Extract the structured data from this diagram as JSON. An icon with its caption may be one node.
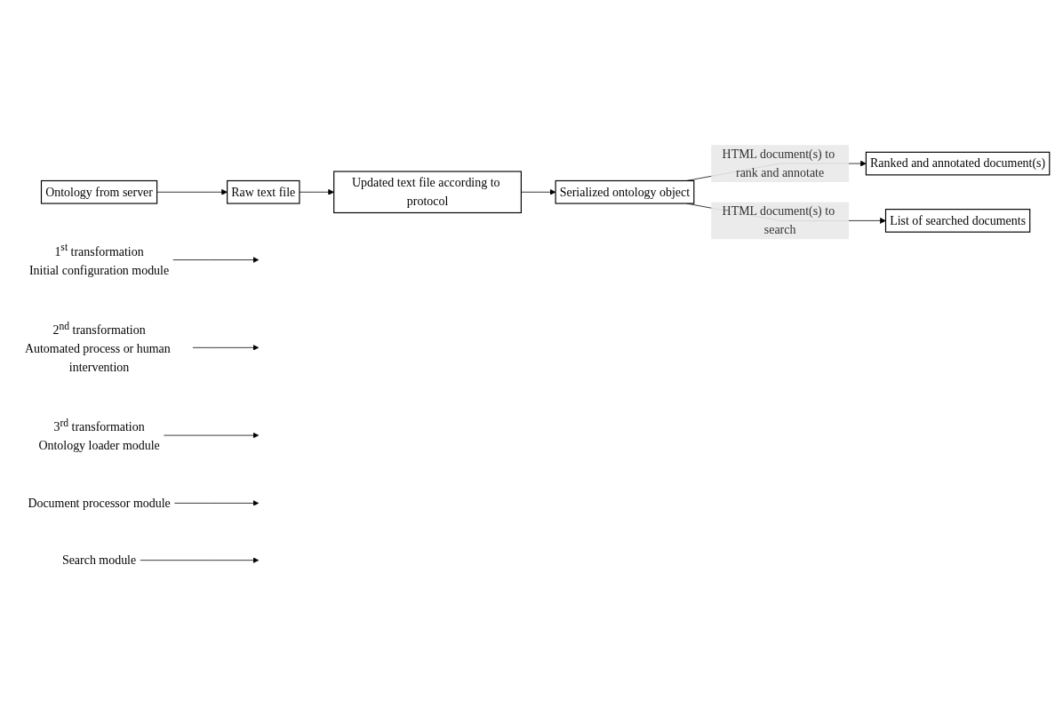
{
  "diagram": {
    "nodes": [
      {
        "text": [
          "Ontology from server"
        ]
      },
      {
        "text": [
          "Raw text file"
        ]
      },
      {
        "text": [
          "Updated text file according to protocol"
        ]
      },
      {
        "text": [
          "Serialized ontology object"
        ]
      },
      {
        "text": [
          "Ranked and annotated document(s)"
        ]
      },
      {
        "text": [
          "List of searched documents"
        ]
      },
      {
        "text": [
          "1$^{st}$ transformation",
          "Initial configuration module"
        ]
      },
      {
        "text": [
          "2$^{nd}$ transformation",
          "Automated process or human intervention"
        ]
      },
      {
        "text": [
          "3$^{rd}$ transformation",
          "Ontology loader module"
        ]
      },
      {
        "text": [
          "Document processor module"
        ]
      },
      {
        "text": [
          "Search module"
        ]
      }
    ],
    "edges": [
      {
        "from": 0,
        "to": 1,
        "arrow": "to"
      },
      {
        "from": 1,
        "to": 2,
        "arrow": "to"
      },
      {
        "from": 2,
        "to": 3,
        "arrow": "to"
      },
      {
        "from": 3,
        "to": 4,
        "arrow": "to",
        "label": "HTML document(s) to rank and annotate"
      },
      {
        "from": 3,
        "to": 5,
        "arrow": "to",
        "label": "HTML document(s) to search"
      },
      {
        "from": 6,
        "to": null,
        "arrow": "to"
      },
      {
        "from": 7,
        "to": null,
        "arrow": "to"
      },
      {
        "from": 8,
        "to": null,
        "arrow": "to"
      },
      {
        "from": 9,
        "to": null,
        "arrow": "to"
      },
      {
        "from": 10,
        "to": null,
        "arrow": "to"
      }
    ]
  }
}
